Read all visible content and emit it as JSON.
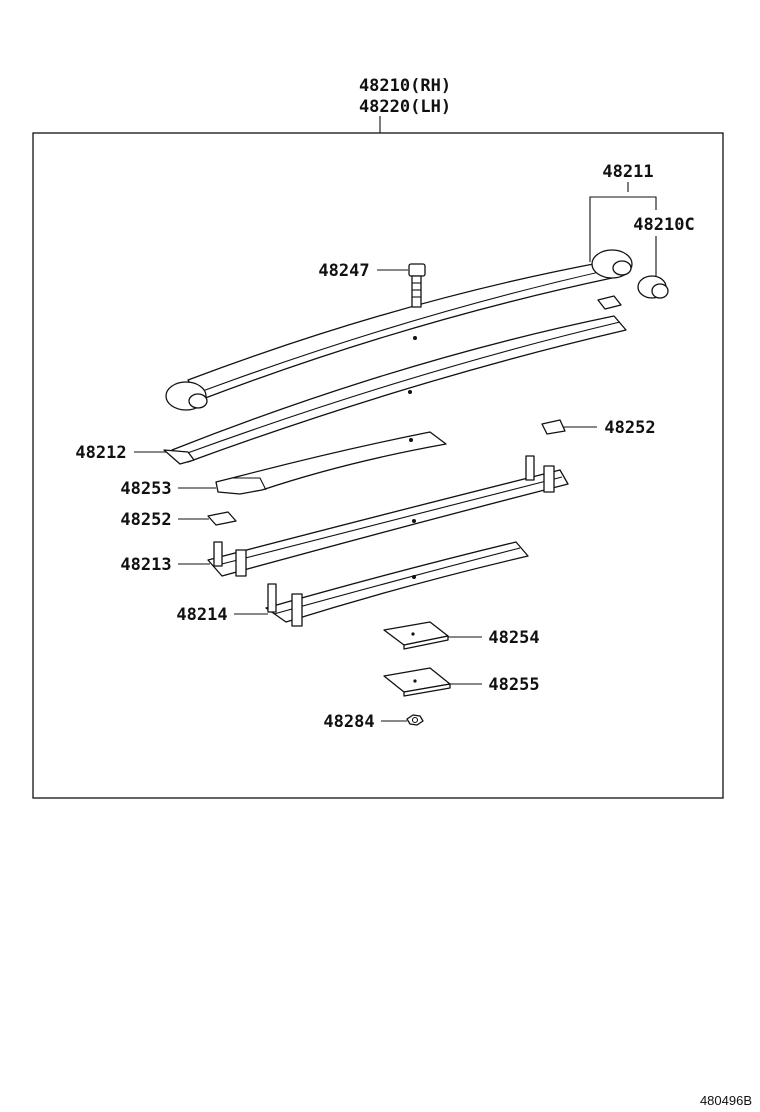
{
  "assembly": {
    "labels": [
      "48210(RH)",
      "48220(LH)"
    ]
  },
  "parts": {
    "p48211": "48211",
    "p48210C": "48210C",
    "p48247": "48247",
    "p48252_upper": "48252",
    "p48212": "48212",
    "p48253": "48253",
    "p48252_lower": "48252",
    "p48213": "48213",
    "p48214": "48214",
    "p48254": "48254",
    "p48255": "48255",
    "p48284": "48284"
  },
  "reference_code": "480496B"
}
